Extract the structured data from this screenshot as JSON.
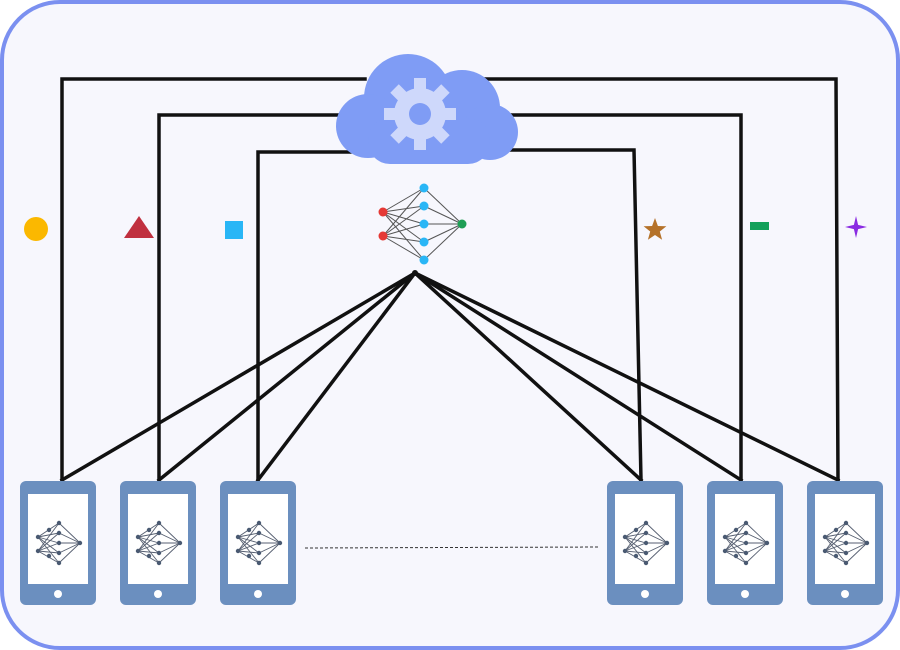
{
  "colors": {
    "frame_border": "#7b90f0",
    "frame_fill": "#f7f7fd",
    "cloud": "#7f9cf5",
    "gear": "#ced8fb",
    "phone_body": "#6b8fbf",
    "phone_screen": "#ffffff",
    "nn_input": "#e53935",
    "nn_hidden": "#29b6f6",
    "nn_output": "#1e9e55",
    "phone_nn_node": "#4a5a72"
  },
  "server": {
    "icon": "cloud-gear-icon",
    "model_icon": "global-neural-network-icon"
  },
  "clients": [
    {
      "id": "client-1",
      "symbol": "circle",
      "symbol_color": "#fbb800"
    },
    {
      "id": "client-2",
      "symbol": "triangle",
      "symbol_color": "#c0303f"
    },
    {
      "id": "client-3",
      "symbol": "square",
      "symbol_color": "#29b6f6"
    },
    {
      "id": "client-4",
      "symbol": "star",
      "symbol_color": "#b5722a"
    },
    {
      "id": "client-5",
      "symbol": "dash",
      "symbol_color": "#13a05a"
    },
    {
      "id": "client-6",
      "symbol": "sparkle",
      "symbol_color": "#8a2be2"
    }
  ]
}
